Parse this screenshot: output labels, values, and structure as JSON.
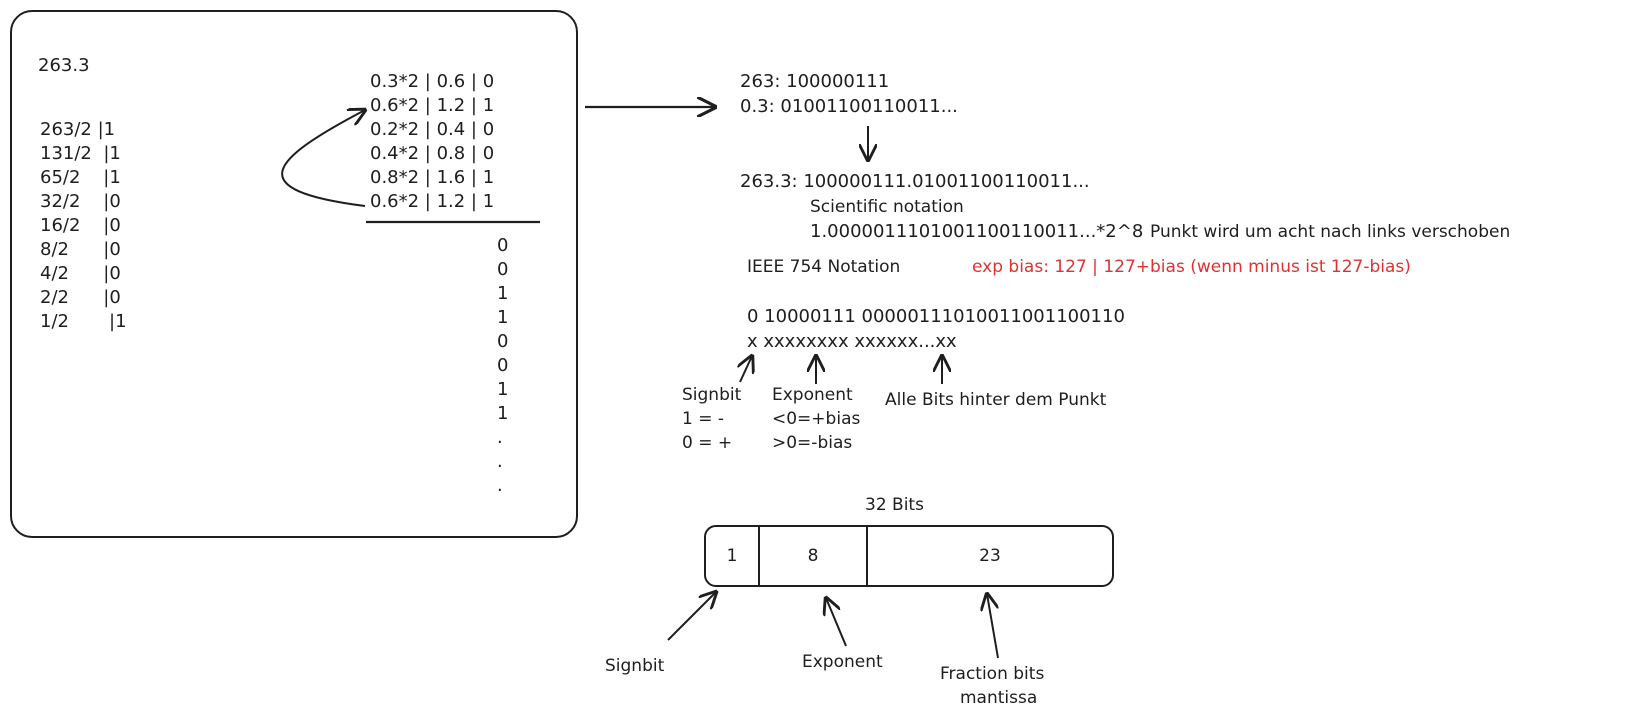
{
  "left_box": {
    "number": "263.3",
    "int_division": [
      "263/2 |1",
      "131/2  |1",
      "65/2    |1",
      "32/2    |0",
      "16/2    |0",
      "8/2      |0",
      "4/2      |0",
      "2/2      |0",
      "1/2       |1"
    ],
    "frac_mult": [
      "0.3*2 | 0.6 | 0",
      "0.6*2 | 1.2 | 1",
      "0.2*2 | 0.4 | 0",
      "0.4*2 | 0.8 | 0",
      "0.8*2 | 1.6 | 1",
      "0.6*2 | 1.2 | 1"
    ],
    "frac_bits": [
      "0",
      "0",
      "1",
      "1",
      "0",
      "0",
      "1",
      "1",
      ".",
      ".",
      "."
    ]
  },
  "right": {
    "line_int": "263: 100000111",
    "line_frac": "0.3: 01001100110011...",
    "combined": "263.3: 100000111.01001100110011...",
    "sci_label": "Scientific notation",
    "sci_value": "1.0000011101001100110011...*2^8",
    "sci_note": "Punkt wird um acht nach links verschoben",
    "ieee_label": "IEEE 754 Notation",
    "bias_note": "exp bias: 127 | 127+bias (wenn minus ist 127-bias)",
    "ieee_bits": "0 10000111 00000111010011001100110",
    "ieee_pattern": "x xxxxxxxx xxxxxx...xx",
    "signbit_label": "Signbit",
    "signbit_minus": "1 = -",
    "signbit_plus": "0 = +",
    "exponent_label": "Exponent",
    "exponent_lt": "<0=+bias",
    "exponent_gt": ">0=-bias",
    "mantissa_label": "Alle Bits hinter dem Punkt"
  },
  "diagram": {
    "total_label": "32 Bits",
    "cells": [
      "1",
      "8",
      "23"
    ],
    "label_signbit": "Signbit",
    "label_exponent": "Exponent",
    "label_fraction": "Fraction bits",
    "label_mantissa": "mantissa"
  },
  "colors": {
    "ink": "#1e1e1e",
    "accent": "#e03131"
  }
}
